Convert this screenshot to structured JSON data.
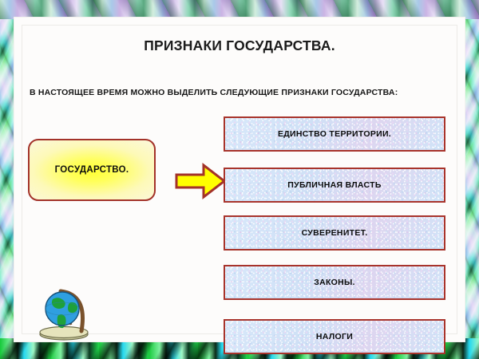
{
  "slide": {
    "title": "ПРИЗНАКИ ГОСУДАРСТВА.",
    "intro": "В НАСТОЯЩЕЕ ВРЕМЯ МОЖНО ВЫДЕЛИТЬ СЛЕДУЮЩИЕ ПРИЗНАКИ ГОСУДАРСТВА:",
    "source_box": {
      "label": "ГОСУДАРСТВО.",
      "fill_color": "#ffff33",
      "border_color": "#a33229"
    },
    "arrow": {
      "icon": "right-arrow-icon",
      "fill_color": "#ffff00",
      "outline_color": "#a33229"
    },
    "globe": {
      "icon": "globe-on-stand-icon"
    },
    "features": [
      {
        "label": "ЕДИНСТВО ТЕРРИТОРИИ."
      },
      {
        "label": "ПУБЛИЧНАЯ ВЛАСТЬ"
      },
      {
        "label": "СУВЕРЕНИТЕТ."
      },
      {
        "label": "ЗАКОНЫ."
      },
      {
        "label": "НАЛОГИ"
      }
    ],
    "feature_box_style": {
      "fill_color": "#cfe3f7",
      "border_color": "#a8342c"
    },
    "decor": {
      "border_pattern": "iridescent-gem-border",
      "panel_color": "#fdfcfb"
    }
  }
}
